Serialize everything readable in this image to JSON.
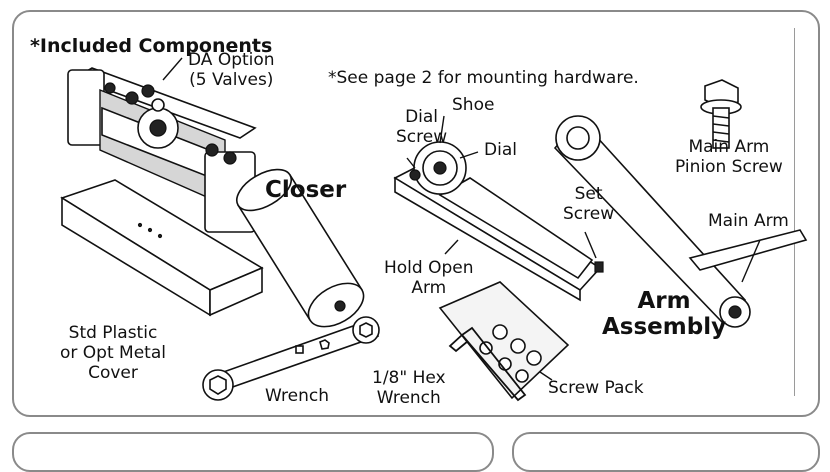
{
  "section": {
    "title": "*Included Components",
    "note": "*See page 2 for mounting hardware."
  },
  "labels": {
    "da_option_line1": "DA Option",
    "da_option_line2": "(5 Valves)",
    "closer": "Closer",
    "dial_screw_line1": "Dial",
    "dial_screw_line2": "Screw",
    "shoe": "Shoe",
    "dial": "Dial",
    "set_screw_line1": "Set",
    "set_screw_line2": "Screw",
    "hold_open_line1": "Hold Open",
    "hold_open_line2": "Arm",
    "pinion_line1": "Main Arm",
    "pinion_line2": "Pinion Screw",
    "main_arm": "Main Arm",
    "arm_assembly_line1": "Arm",
    "arm_assembly_line2": "Assembly",
    "cover_line1": "Std Plastic",
    "cover_line2": "or Opt Metal",
    "cover_line3": "Cover",
    "wrench": "Wrench",
    "hex_line1": "1/8\" Hex",
    "hex_line2": "Wrench",
    "screw_pack": "Screw Pack"
  }
}
